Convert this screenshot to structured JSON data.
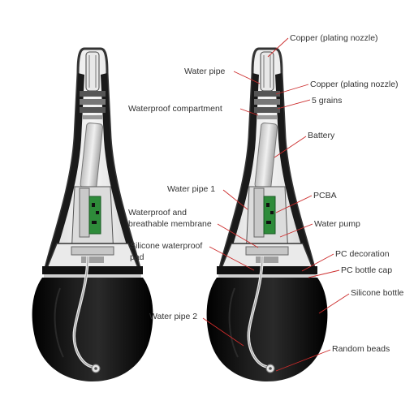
{
  "labels": {
    "copper_top": "Copper (plating nozzle)",
    "water_pipe": "Water pipe",
    "copper_mid": "Copper (plating nozzle)",
    "five_grains": "5 grains",
    "waterproof_compartment": "Waterproof compartment",
    "battery": "Battery",
    "water_pipe_1": "Water pipe 1",
    "pcba": "PCBA",
    "membrane_line1": "Waterproof and",
    "membrane_line2": "breathable membrane",
    "water_pump": "Water pump",
    "silicone_pad_line1": "Silicone waterproof",
    "silicone_pad_line2": "pad",
    "pc_decoration": "PC decoration",
    "pc_bottle_cap": "PC bottle cap",
    "silicone_bottle": "Silicone bottle",
    "water_pipe_2": "Water pipe 2",
    "random_beads": "Random beads"
  },
  "colors": {
    "leader_line": "#cc2b2b",
    "label_text": "#333333",
    "bottle_body": "#0b0b0b",
    "shell_outline": "#2a2a2a",
    "pcb_green": "#2e8b3a"
  },
  "icons": {
    "left_device": "cutaway-device-illustration",
    "right_device": "cutaway-device-illustration"
  }
}
